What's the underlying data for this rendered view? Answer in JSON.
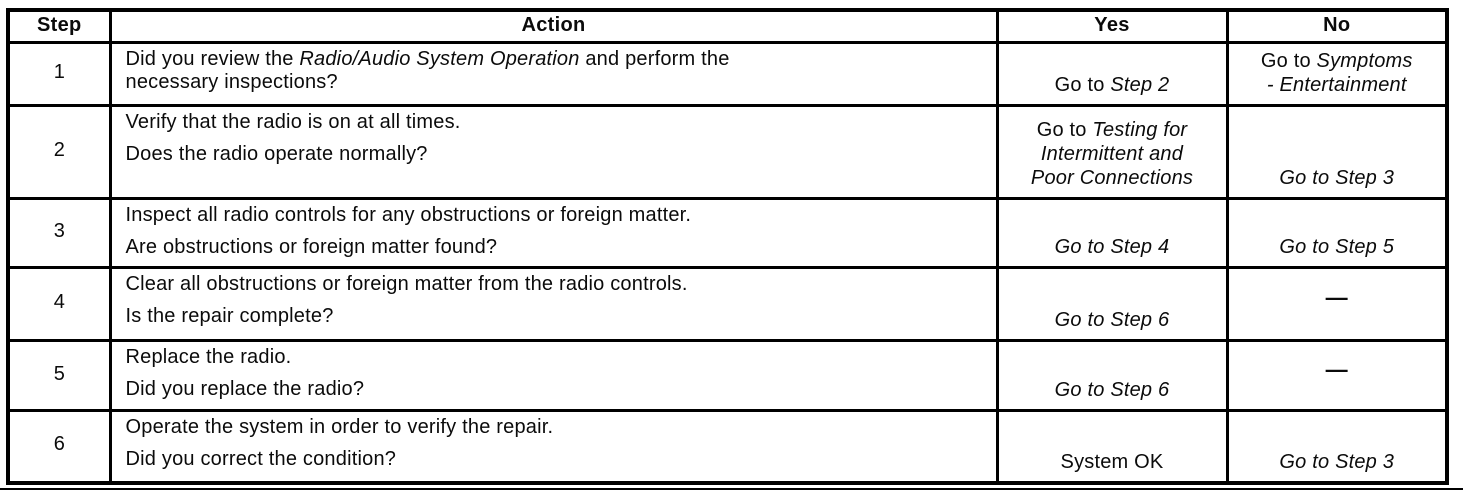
{
  "table": {
    "header": {
      "step": "Step",
      "action": "Action",
      "yes": "Yes",
      "no": "No"
    },
    "rows": [
      {
        "step": "1",
        "action": [
          [
            {
              "t": "Did you review the "
            },
            {
              "t": "Radio/Audio System Operation",
              "i": true
            },
            {
              "t": " and perform the necessary inspections?"
            }
          ]
        ],
        "yes": [
          [
            {
              "t": "Go to "
            },
            {
              "t": "Step 2",
              "i": true
            }
          ]
        ],
        "no": [
          [
            {
              "t": "Go to "
            },
            {
              "t": "Symptoms",
              "i": true
            }
          ],
          [
            {
              "t": "- Entertainment",
              "i": true
            }
          ]
        ]
      },
      {
        "step": "2",
        "action": [
          [
            {
              "t": "Verify that the radio is on at all times."
            }
          ],
          [
            {
              "t": "Does the radio operate normally?"
            }
          ]
        ],
        "yes": [
          [
            {
              "t": "Go to "
            },
            {
              "t": "Testing for",
              "i": true
            }
          ],
          [
            {
              "t": "Intermittent and",
              "i": true
            }
          ],
          [
            {
              "t": "Poor Connections",
              "i": true
            }
          ]
        ],
        "no": [
          [
            {
              "t": "Go to Step 3",
              "i": true
            }
          ]
        ]
      },
      {
        "step": "3",
        "action": [
          [
            {
              "t": "Inspect all radio controls for any obstructions or foreign matter."
            }
          ],
          [
            {
              "t": "Are obstructions or foreign matter found?"
            }
          ]
        ],
        "yes": [
          [
            {
              "t": "Go to Step 4",
              "i": true
            }
          ]
        ],
        "no": [
          [
            {
              "t": "Go to Step 5",
              "i": true
            }
          ]
        ]
      },
      {
        "step": "4",
        "action": [
          [
            {
              "t": "Clear all obstructions or foreign matter from the radio controls."
            }
          ],
          [
            {
              "t": "Is the repair complete?"
            }
          ]
        ],
        "yes": [
          [
            {
              "t": "Go to Step 6",
              "i": true
            }
          ]
        ],
        "no": [
          [
            {
              "t": "—"
            }
          ]
        ]
      },
      {
        "step": "5",
        "action": [
          [
            {
              "t": "Replace the radio."
            }
          ],
          [
            {
              "t": "Did you replace the radio?"
            }
          ]
        ],
        "yes": [
          [
            {
              "t": "Go to Step 6",
              "i": true
            }
          ]
        ],
        "no": [
          [
            {
              "t": "—"
            }
          ]
        ]
      },
      {
        "step": "6",
        "action": [
          [
            {
              "t": "Operate the system in order to verify the repair."
            }
          ],
          [
            {
              "t": "Did you correct the condition?"
            }
          ]
        ],
        "yes": [
          [
            {
              "t": "System OK"
            }
          ]
        ],
        "no": [
          [
            {
              "t": "Go to Step 3",
              "i": true
            }
          ]
        ]
      }
    ]
  }
}
